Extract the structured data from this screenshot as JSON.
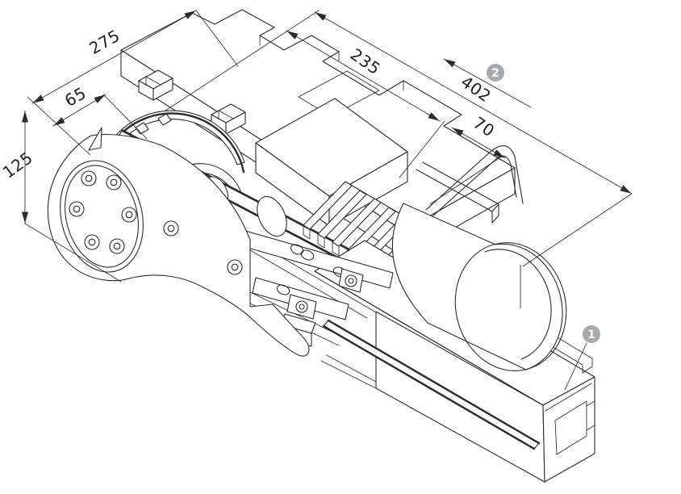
{
  "diagram": {
    "dimension_labels": {
      "d275": "275",
      "d65": "65",
      "d125": "125",
      "d235": "235",
      "d70": "70",
      "d402": "402"
    },
    "callouts": {
      "c1": "1",
      "c2": "2"
    },
    "colors": {
      "line": "#2b2b2b",
      "label_text": "#1f1f1f",
      "callout_fill": "#a7a9ac",
      "callout_text": "#ffffff",
      "background": "#ffffff"
    }
  }
}
